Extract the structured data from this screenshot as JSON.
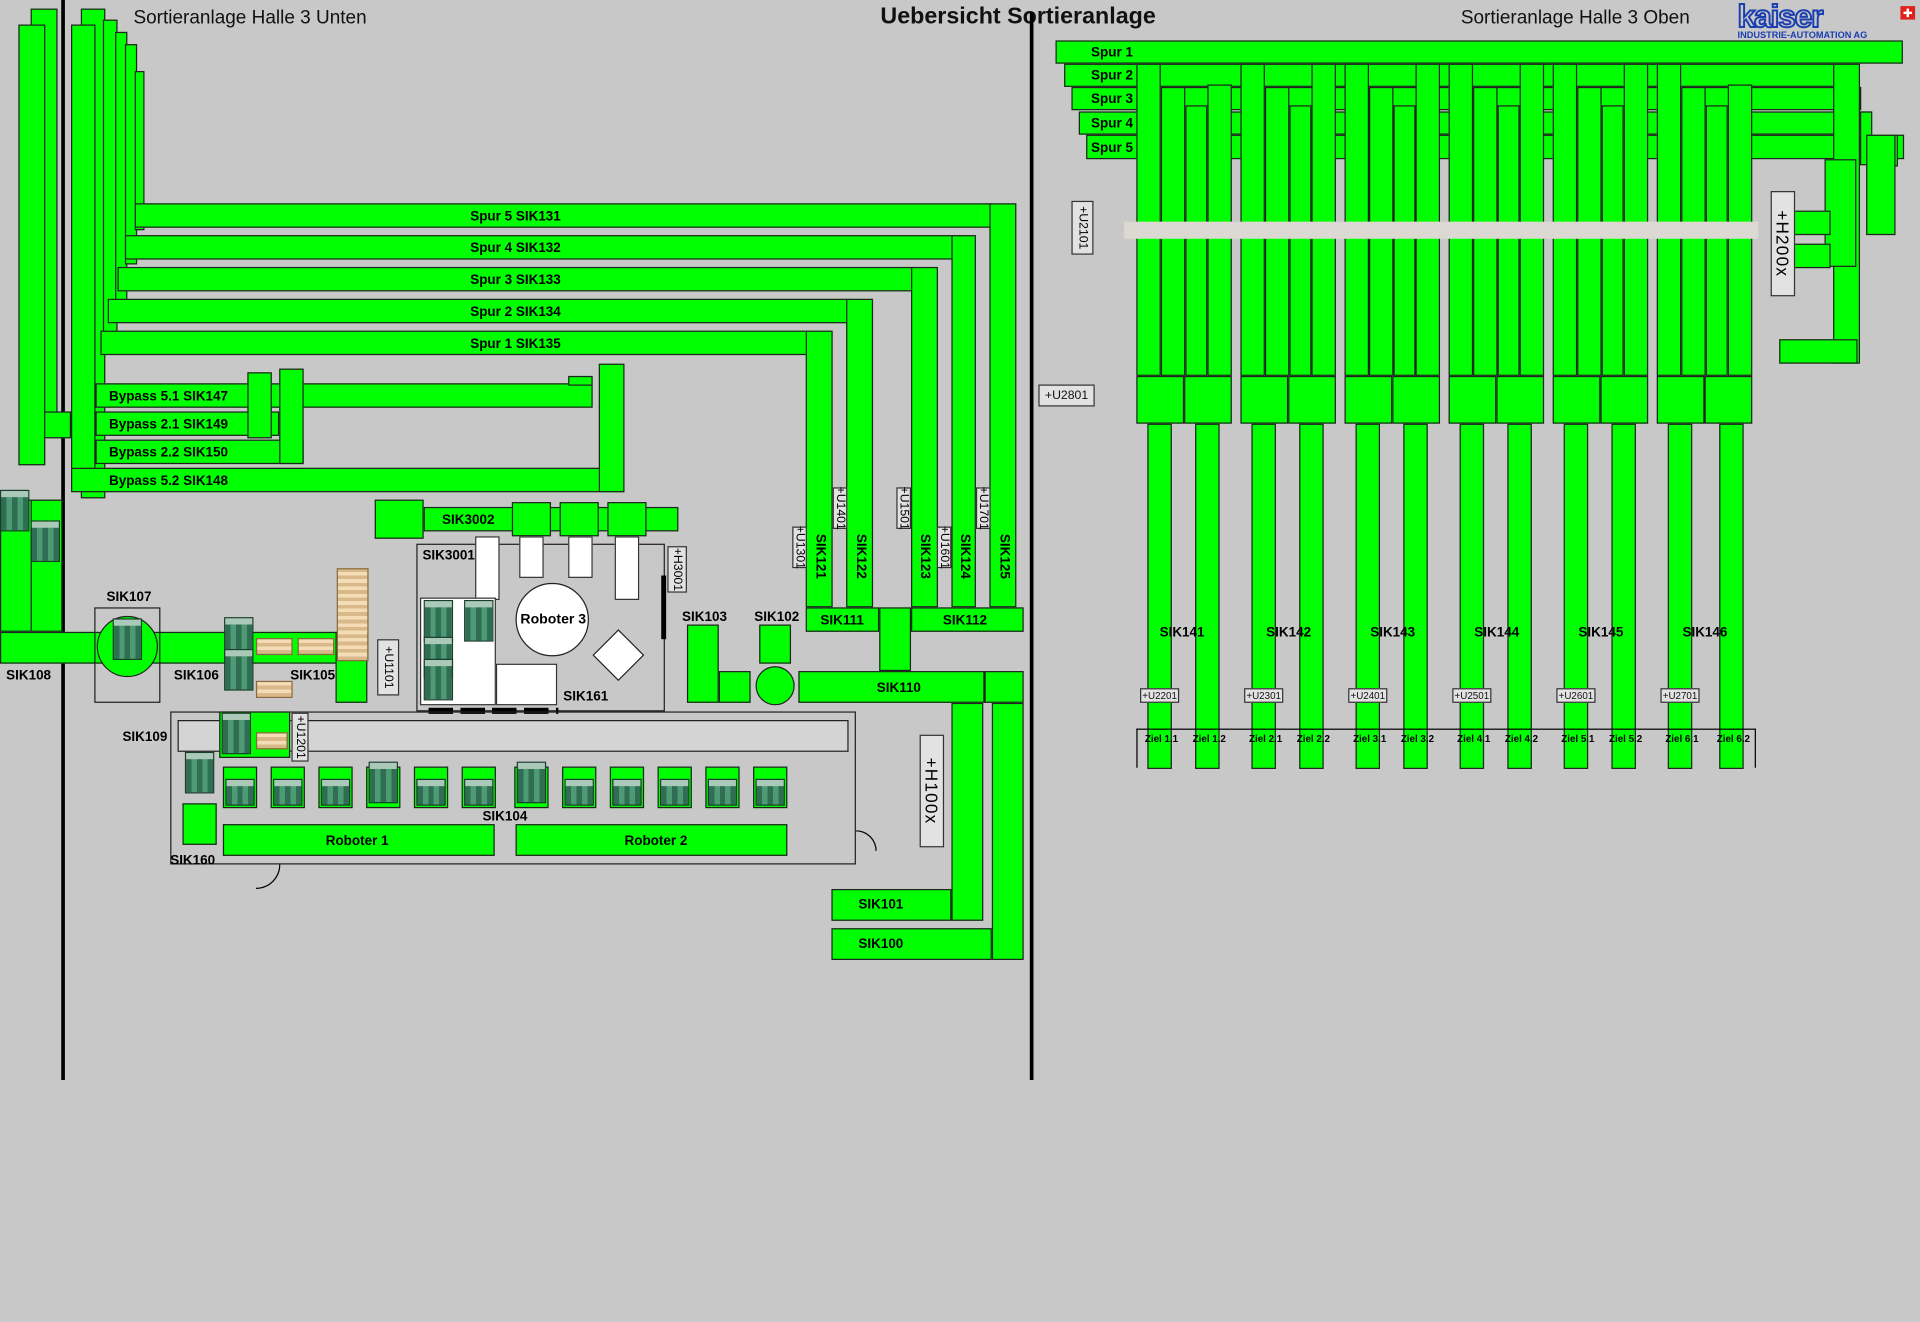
{
  "header": {
    "title": "Uebersicht Sortieranlage",
    "left_subtitle": "Sortieranlage Halle 3 Unten",
    "right_subtitle": "Sortieranlage Halle 3 Oben",
    "logo_text": "kaiser",
    "logo_tagline": "INDUSTRIE-AUTOMATION AG"
  },
  "colors": {
    "conveyor": "#00ff00",
    "background": "#c8c8c8",
    "logo": "#1a3fb0"
  },
  "left": {
    "spuren": [
      "Spur 5 SIK131",
      "Spur 4 SIK132",
      "Spur 3 SIK133",
      "Spur 2 SIK134",
      "Spur 1 SIK135"
    ],
    "bypass": [
      "Bypass 5.1 SIK147",
      "Bypass 2.1 SIK149",
      "Bypass 2.2 SIK150",
      "Bypass 5.2 SIK148"
    ],
    "vertical": [
      "SIK121",
      "SIK122",
      "SIK123",
      "SIK124",
      "SIK125"
    ],
    "vtags": [
      "+U1301",
      "+U1401",
      "+U1501",
      "+U1601",
      "+U1701"
    ],
    "labels": {
      "sik111": "SIK111",
      "sik112": "SIK112",
      "sik110": "SIK110",
      "sik103": "SIK103",
      "sik102": "SIK102",
      "sik101": "SIK101",
      "sik100": "SIK100",
      "sik3002": "SIK3002",
      "sik3001": "SIK3001",
      "sik161": "SIK161",
      "roboter3": "Roboter 3",
      "roboter1": "Roboter 1",
      "roboter2": "Roboter 2",
      "sik104": "SIK104",
      "sik107": "SIK107",
      "sik108": "SIK108",
      "sik106": "SIK106",
      "sik105": "SIK105",
      "sik109": "SIK109",
      "sik160": "SIK160"
    },
    "tags": {
      "h3001": "+H3001",
      "u1101": "+U1101",
      "u1201": "+U1201",
      "h100": "+H100x"
    }
  },
  "mid_tags": {
    "u2101": "+U2101",
    "u2801": "+U2801"
  },
  "right": {
    "spuren": [
      "Spur 1",
      "Spur 2",
      "Spur 3",
      "Spur 4",
      "Spur 5"
    ],
    "groups": [
      "SIK141",
      "SIK142",
      "SIK143",
      "SIK144",
      "SIK145",
      "SIK146"
    ],
    "group_tags": [
      "+U2201",
      "+U2301",
      "+U2401",
      "+U2501",
      "+U2601",
      "+U2701"
    ],
    "ziel": [
      "Ziel 1.1",
      "Ziel 1.2",
      "Ziel 2.1",
      "Ziel 2.2",
      "Ziel 3.1",
      "Ziel 3.2",
      "Ziel 4.1",
      "Ziel 4.2",
      "Ziel 5.1",
      "Ziel 5.2",
      "Ziel 6.1",
      "Ziel 6.2"
    ],
    "h200": "+H200x"
  }
}
